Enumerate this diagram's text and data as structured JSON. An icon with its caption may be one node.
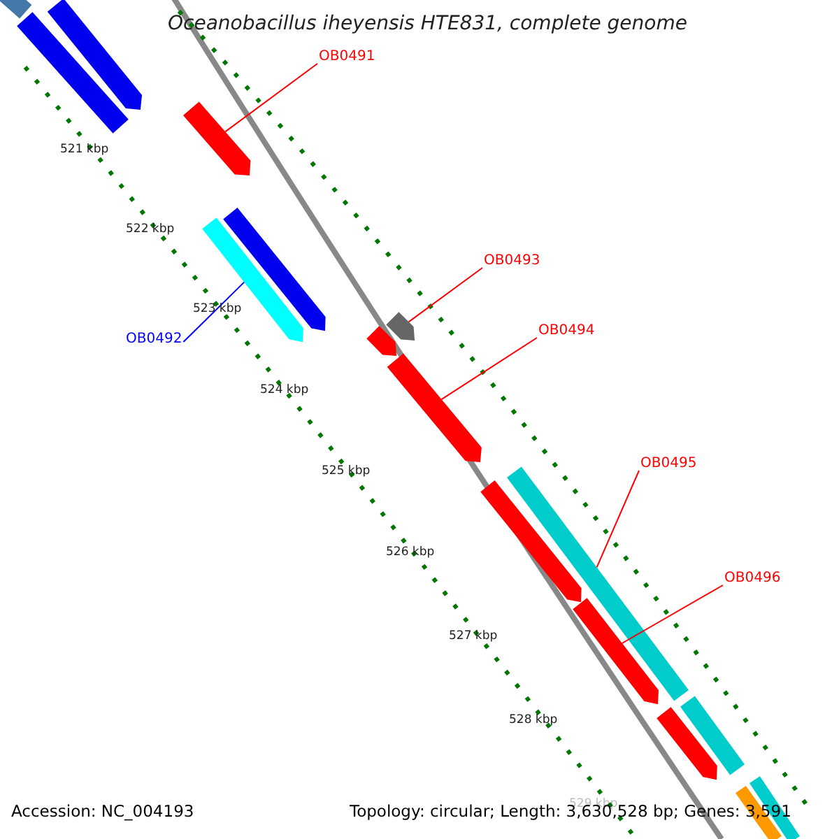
{
  "diagram": {
    "title": "Oceanobacillus iheyensis HTE831, complete genome",
    "nodes": [
      {
        "text": [
          "OB0491"
        ]
      },
      {
        "text": [
          "OB0493"
        ]
      },
      {
        "text": [
          "OB0494"
        ]
      },
      {
        "text": [
          "OB0492"
        ]
      },
      {
        "text": [
          "OB0495"
        ]
      },
      {
        "text": [
          "OB0496"
        ]
      },
      {
        "text": [],
        "shape": "bar"
      },
      {
        "text": [],
        "shape": "bar"
      },
      {
        "text": [],
        "shape": "bar"
      },
      {
        "text": [],
        "shape": "bar"
      },
      {
        "text": [],
        "shape": "bar"
      },
      {
        "text": [],
        "shape": "bar"
      },
      {
        "text": [],
        "shape": "bar"
      },
      {
        "text": [],
        "shape": "bar"
      },
      {
        "text": [],
        "shape": "bar"
      },
      {
        "text": [],
        "shape": "bar"
      },
      {
        "text": [],
        "shape": "bar"
      },
      {
        "text": [],
        "shape": "bar"
      },
      {
        "text": [],
        "shape": "bar"
      },
      {
        "text": [],
        "shape": "bar"
      },
      {
        "text": [],
        "shape": "bar"
      },
      {
        "text": [],
        "shape": "bar"
      }
    ],
    "edges": [
      {
        "from": 0,
        "to": 9,
        "arrow": "none"
      },
      {
        "from": 1,
        "to": 12,
        "arrow": "none"
      },
      {
        "from": 2,
        "to": 14,
        "arrow": "none"
      },
      {
        "from": 3,
        "to": 10,
        "arrow": "none",
        "color": "#0000ff"
      },
      {
        "from": 4,
        "to": 15,
        "arrow": "none"
      },
      {
        "from": 5,
        "to": 17,
        "arrow": "none"
      }
    ],
    "labels": [
      "521 kbp",
      "522 kbp",
      "523 kbp",
      "524 kbp",
      "525 kbp",
      "526 kbp",
      "527 kbp",
      "528 kbp",
      "529 kbp",
      "Accession: NC_004193",
      "Topology: circular; Length: 3,630,528 bp; Genes: 3,591"
    ]
  }
}
